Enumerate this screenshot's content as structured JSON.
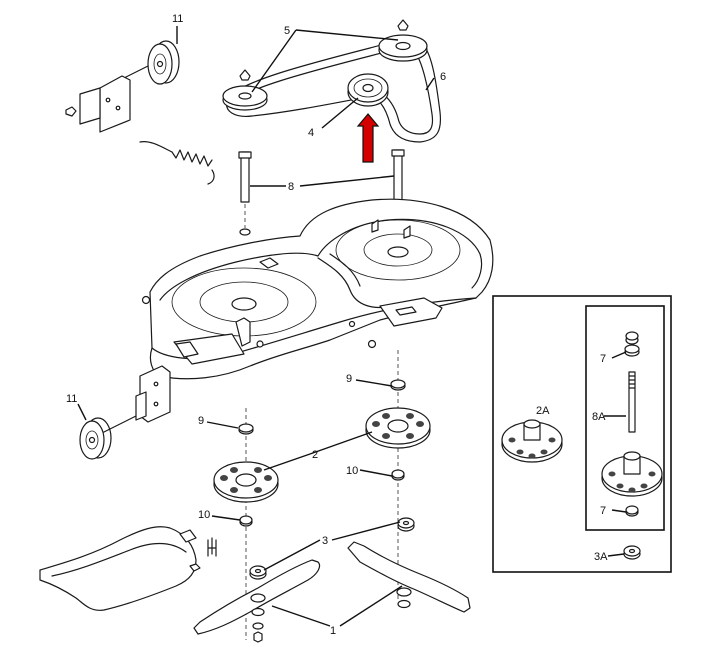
{
  "labels": {
    "belt": "6",
    "idler_pulley": "4",
    "spindle_pulleys": "5",
    "spring": "",
    "spindle_shafts": "8",
    "gauge_wheel_top": "11",
    "gauge_wheel_left": "11",
    "washer_9_right": "9",
    "washer_9_left": "9",
    "spindle_housing": "2",
    "washer_10_right": "10",
    "washer_10_left": "10",
    "blade_adapters": "3",
    "blades": "1",
    "inset_housing": "2A",
    "inset_bearing_top": "7",
    "inset_shaft": "8A",
    "inset_bearing_bottom": "7",
    "inset_adapter": "3A"
  },
  "colors": {
    "line": "#1a1a1a",
    "arrow": "#d40000",
    "arrow_outline": "#111111",
    "background": "#ffffff"
  },
  "icons": {
    "indicator": "red-up-arrow"
  }
}
